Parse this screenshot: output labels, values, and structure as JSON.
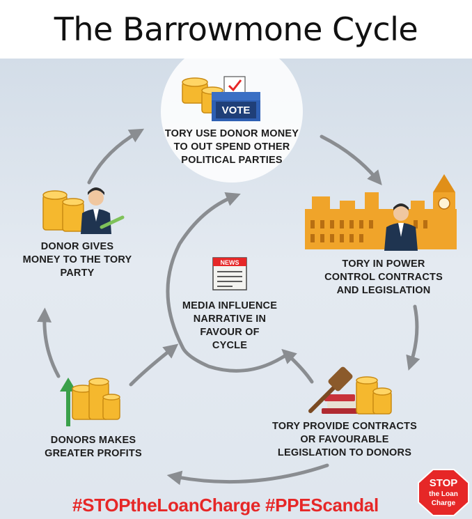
{
  "title": "The Barrowmone Cycle",
  "nodes": {
    "top": {
      "label": "TORY USE DONOR MONEY TO OUT SPEND OTHER POLITICAL PARTIES",
      "lines": [
        "TORY USE DONOR MONEY",
        "TO OUT SPEND OTHER",
        "POLITICAL PARTIES"
      ]
    },
    "right": {
      "label": "TORY IN POWER CONTROL CONTRACTS AND LEGISLATION",
      "lines": [
        "TORY IN POWER",
        "CONTROL CONTRACTS",
        "AND LEGISLATION"
      ]
    },
    "bottom_right": {
      "label": "TORY PROVIDE CONTRACTS OR FAVOURABLE LEGISLATION TO DONORS",
      "lines": [
        "TORY PROVIDE CONTRACTS",
        "OR FAVOURABLE",
        "LEGISLATION TO DONORS"
      ]
    },
    "bottom_left": {
      "label": "DONORS MAKES GREATER PROFITS",
      "lines": [
        "DONORS MAKES",
        "GREATER PROFITS"
      ]
    },
    "left": {
      "label": "DONOR GIVES MONEY TO THE TORY PARTY",
      "lines": [
        "DONOR GIVES",
        "MONEY TO THE TORY",
        "PARTY"
      ]
    },
    "center": {
      "label": "MEDIA INFLUENCE NARRATIVE IN FAVOUR OF CYCLE",
      "lines": [
        "MEDIA INFLUENCE",
        "NARRATIVE IN",
        "FAVOUR OF",
        "CYCLE"
      ]
    }
  },
  "icon_text": {
    "vote": "VOTE",
    "news": "NEWS"
  },
  "hashtags": "#STOPtheLoanCharge #PPEScandal",
  "logo": {
    "line1": "STOP",
    "line2": "the Loan",
    "line3": "Charge"
  },
  "edges": [
    {
      "from": "left",
      "to": "top"
    },
    {
      "from": "top",
      "to": "right"
    },
    {
      "from": "right",
      "to": "bottom_right"
    },
    {
      "from": "bottom_right",
      "to": "bottom_left"
    },
    {
      "from": "bottom_left",
      "to": "left"
    },
    {
      "from": "bottom_left",
      "to": "center"
    },
    {
      "from": "bottom_right",
      "to": "center"
    },
    {
      "from": "center",
      "to": "top"
    }
  ],
  "colors": {
    "accent": "#e62727",
    "arrow": "#8a8d91",
    "coin": "#f5b82e",
    "building": "#f0a42a",
    "ink": "#1c1c1c"
  }
}
